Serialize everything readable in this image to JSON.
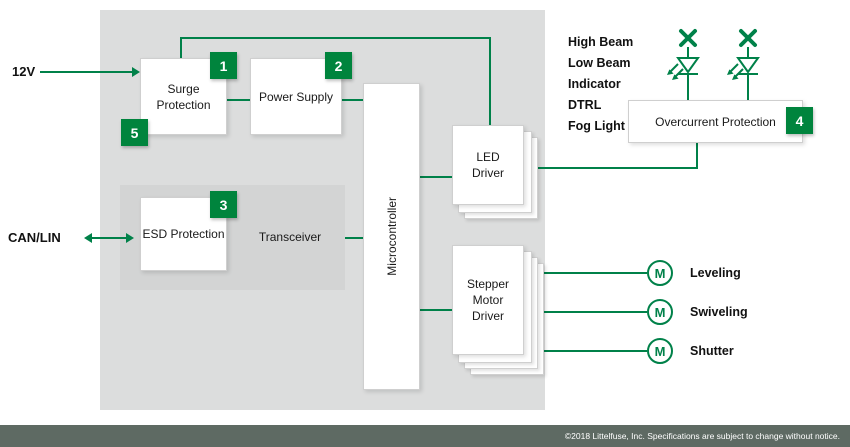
{
  "colors": {
    "green": "#008149",
    "badge_green": "#00843d",
    "panel_gray": "#dcdddd",
    "footer_gray": "#5e6a63"
  },
  "left_labels": {
    "v12": "12V",
    "canlin": "CAN/LIN"
  },
  "blocks": {
    "surge": "Surge Protection",
    "power": "Power Supply",
    "esd": "ESD Protection",
    "transceiver": "Transceiver",
    "micro": "Microcontroller",
    "led_driver": "LED Driver",
    "stepper": "Stepper Motor Driver",
    "overcurrent": "Overcurrent Protection"
  },
  "badges": {
    "surge": "1",
    "power": "2",
    "esd": "3",
    "overcurrent": "4",
    "input": "5"
  },
  "outputs": {
    "beams": [
      "High Beam",
      "Low Beam",
      "Indicator",
      "DTRL",
      "Fog Light"
    ],
    "motors": [
      {
        "symbol": "M",
        "label": "Leveling"
      },
      {
        "symbol": "M",
        "label": "Swiveling"
      },
      {
        "symbol": "M",
        "label": "Shutter"
      }
    ]
  },
  "footer": "©2018 Littelfuse, Inc. Specifications are subject to change without notice."
}
